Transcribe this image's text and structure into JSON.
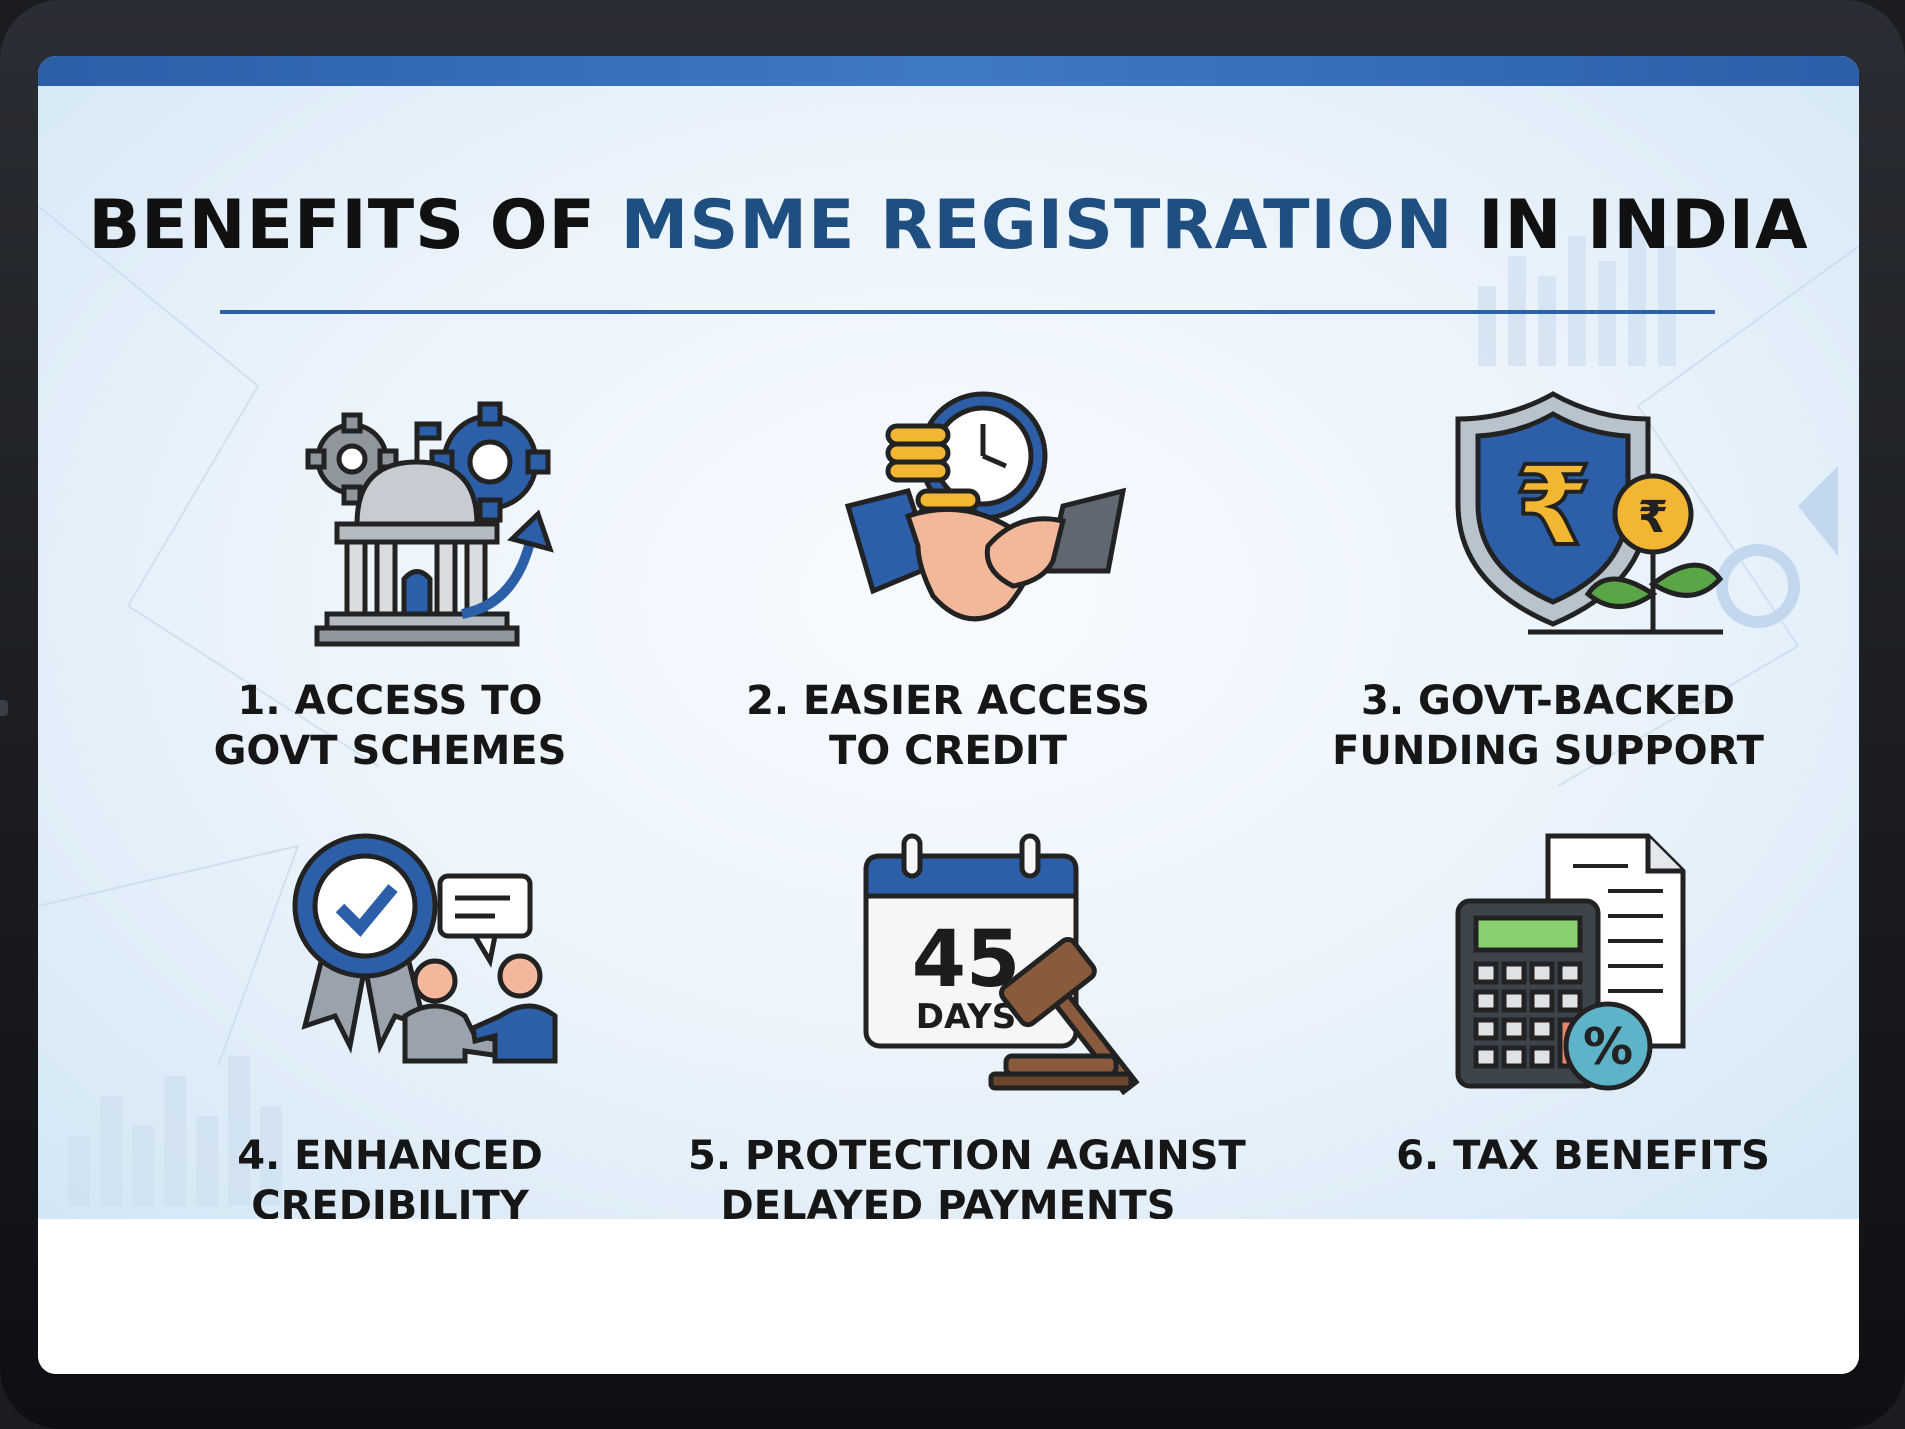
{
  "title": {
    "part1": "BENEFITS OF ",
    "highlight": "MSME REGISTRATION",
    "part2": " IN INDIA"
  },
  "colors": {
    "accent_blue": "#2d62a6",
    "title_highlight": "#1f4e80",
    "gold": "#f2b632",
    "text_dark": "#161616"
  },
  "benefits": [
    {
      "icon": "government-building-gears-icon",
      "line1": "1. ACCESS TO",
      "line2": "GOVT SCHEMES"
    },
    {
      "icon": "handshake-coins-clock-icon",
      "line1": "2. EASIER ACCESS",
      "line2": "TO CREDIT"
    },
    {
      "icon": "rupee-shield-plant-icon",
      "line1": "3. GOVT-BACKED",
      "line2": "FUNDING SUPPORT"
    },
    {
      "icon": "certificate-badge-people-icon",
      "line1": "4. ENHANCED",
      "line2": "CREDIBILITY"
    },
    {
      "icon": "calendar-gavel-icon",
      "line1": "5. PROTECTION AGAINST",
      "line2": "DELAYED PAYMENTS",
      "calendar_number": "45",
      "calendar_unit": "DAYS"
    },
    {
      "icon": "calculator-document-percent-icon",
      "line1": "6. TAX BENEFITS",
      "line2": ""
    }
  ]
}
